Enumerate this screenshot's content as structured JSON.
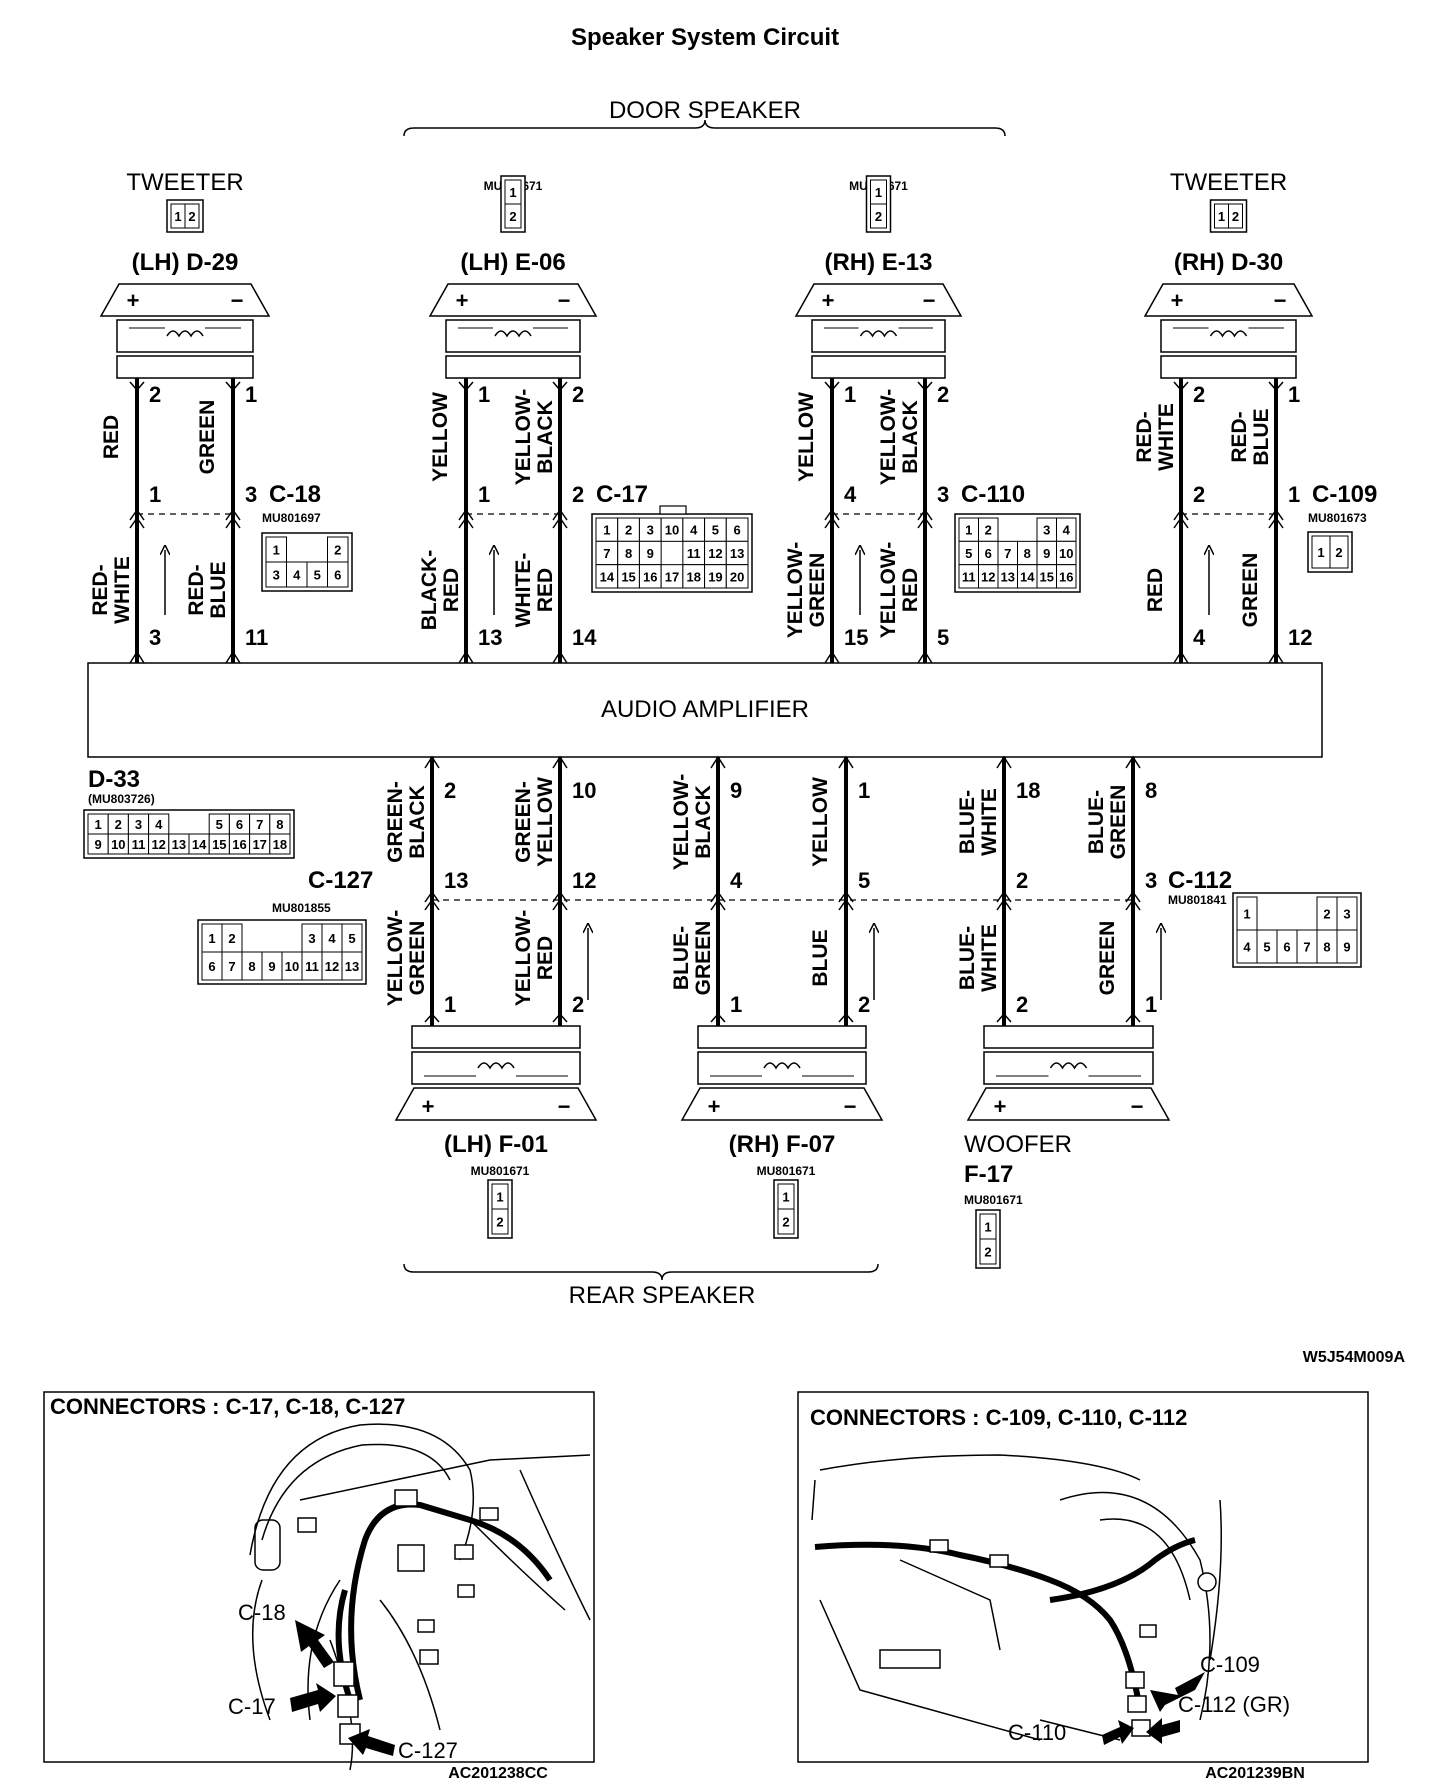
{
  "title": "Speaker System Circuit",
  "groups": {
    "door": "DOOR SPEAKER",
    "rear": "REAR SPEAKER"
  },
  "amplifier": "AUDIO AMPLIFIER",
  "figure_code": "W5J54M009A",
  "upper_speakers": [
    {
      "head": "TWEETER",
      "name": "(LH) D-29",
      "pins_top": [
        "2",
        "1"
      ],
      "wires_top": [
        "RED",
        "GREEN"
      ],
      "pins_mid": [
        "1",
        "3"
      ],
      "wires_bot": [
        "RED-\nWHITE",
        "RED-\nBLUE"
      ],
      "pins_bot": [
        "3",
        "11"
      ]
    },
    {
      "head": "MU801671",
      "name": "(LH) E-06",
      "pins_top": [
        "1",
        "2"
      ],
      "wires_top": [
        "YELLOW",
        "YELLOW-\nBLACK"
      ],
      "pins_mid": [
        "1",
        "2"
      ],
      "wires_bot": [
        "BLACK-\nRED",
        "WHITE-\nRED"
      ],
      "pins_bot": [
        "13",
        "14"
      ]
    },
    {
      "head": "MU801671",
      "name": "(RH) E-13",
      "pins_top": [
        "1",
        "2"
      ],
      "wires_top": [
        "YELLOW",
        "YELLOW-\nBLACK"
      ],
      "pins_mid": [
        "4",
        "3"
      ],
      "wires_bot": [
        "YELLOW-\nGREEN",
        "YELLOW-\nRED"
      ],
      "pins_bot": [
        "15",
        "5"
      ]
    },
    {
      "head": "TWEETER",
      "name": "(RH) D-30",
      "pins_top": [
        "2",
        "1"
      ],
      "wires_top": [
        "RED-\nWHITE",
        "RED-\nBLUE"
      ],
      "pins_mid": [
        "2",
        "1"
      ],
      "wires_bot": [
        "RED",
        "GREEN"
      ],
      "pins_bot": [
        "4",
        "12"
      ]
    }
  ],
  "upper_connectors": [
    {
      "name": "C-18",
      "part": "MU801697"
    },
    {
      "name": "C-17",
      "part": ""
    },
    {
      "name": "C-110",
      "part": ""
    },
    {
      "name": "C-109",
      "part": "MU801673"
    }
  ],
  "lower_speakers": [
    {
      "name": "(LH) F-01",
      "part": "MU801671",
      "pins_top": [
        "2",
        "10"
      ],
      "wires_top": [
        "GREEN-\nBLACK",
        "GREEN-\nYELLOW"
      ],
      "pins_mid": [
        "13",
        "12"
      ],
      "wires_bot": [
        "YELLOW-\nGREEN",
        "YELLOW-\nRED"
      ],
      "pins_bot": [
        "1",
        "2"
      ]
    },
    {
      "name": "(RH) F-07",
      "part": "MU801671",
      "pins_top": [
        "9",
        "1"
      ],
      "wires_top": [
        "YELLOW-\nBLACK",
        "YELLOW"
      ],
      "pins_mid": [
        "4",
        "5"
      ],
      "wires_bot": [
        "BLUE-\nGREEN",
        "BLUE"
      ],
      "pins_bot": [
        "1",
        "2"
      ]
    },
    {
      "name": "F-17",
      "head": "WOOFER",
      "part": "MU801671",
      "pins_top": [
        "18",
        "8"
      ],
      "wires_top": [
        "BLUE-\nWHITE",
        "BLUE-\nGREEN"
      ],
      "pins_mid": [
        "2",
        "3"
      ],
      "wires_bot": [
        "BLUE-\nWHITE",
        "GREEN"
      ],
      "pins_bot": [
        "2",
        "1"
      ]
    }
  ],
  "lower_connectors": [
    {
      "name": "C-127",
      "part": "MU801855"
    },
    {
      "name": "C-112",
      "part": "MU801841"
    }
  ],
  "amp_connector": {
    "name": "D-33",
    "part": "(MU803726)"
  },
  "connector_cells": {
    "two_pin": [
      "1",
      "2"
    ],
    "c18": [
      "1",
      "2",
      "3",
      "4",
      "5",
      "6"
    ],
    "c17": [
      "1",
      "2",
      "3",
      "10",
      "4",
      "5",
      "6",
      "7",
      "8",
      "9",
      "11",
      "12",
      "13",
      "14",
      "15",
      "16",
      "17",
      "18",
      "19",
      "20"
    ],
    "c110": [
      "1",
      "2",
      "3",
      "4",
      "5",
      "6",
      "7",
      "8",
      "9",
      "10",
      "11",
      "12",
      "13",
      "14",
      "15",
      "16"
    ],
    "d33": [
      "1",
      "2",
      "3",
      "4",
      "5",
      "6",
      "7",
      "8",
      "9",
      "10",
      "11",
      "12",
      "13",
      "14",
      "15",
      "16",
      "17",
      "18"
    ],
    "c127": [
      "1",
      "2",
      "3",
      "4",
      "5",
      "6",
      "7",
      "8",
      "9",
      "10",
      "11",
      "12",
      "13"
    ],
    "c112": [
      "1",
      "2",
      "3",
      "4",
      "5",
      "6",
      "7",
      "8",
      "9"
    ]
  },
  "polarity": {
    "plus": "+",
    "minus": "−"
  },
  "location_boxes": [
    {
      "title": "CONNECTORS : C-17, C-18, C-127",
      "callouts": [
        "C-18",
        "C-17",
        "C-127"
      ],
      "code": "AC201238CC"
    },
    {
      "title": "CONNECTORS : C-109, C-110, C-112",
      "callouts": [
        "C-109",
        "C-112 (GR)",
        "C-110"
      ],
      "code": "AC201239BN"
    }
  ]
}
